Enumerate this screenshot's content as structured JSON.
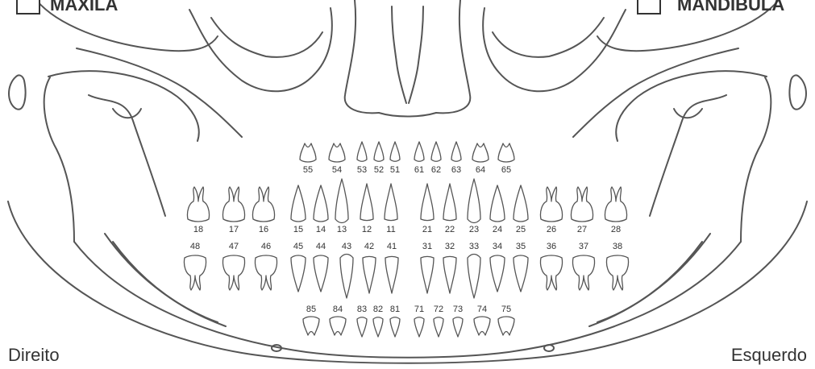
{
  "colors": {
    "line": "#555555",
    "text": "#333333",
    "background": "#ffffff"
  },
  "header": {
    "left_checkbox_label": "MAXILA",
    "right_checkbox_label": "MANDIBULA"
  },
  "footer": {
    "left_label": "Direito",
    "right_label": "Esquerdo"
  },
  "teeth": {
    "upper_primary": [
      "55",
      "54",
      "53",
      "52",
      "51",
      "61",
      "62",
      "63",
      "64",
      "65"
    ],
    "upper_permanent": [
      "18",
      "17",
      "16",
      "15",
      "14",
      "13",
      "12",
      "11",
      "21",
      "22",
      "23",
      "24",
      "25",
      "26",
      "27",
      "28"
    ],
    "lower_permanent": [
      "48",
      "47",
      "46",
      "45",
      "44",
      "43",
      "42",
      "41",
      "31",
      "32",
      "33",
      "34",
      "35",
      "36",
      "37",
      "38"
    ],
    "lower_primary": [
      "85",
      "84",
      "83",
      "82",
      "81",
      "71",
      "72",
      "73",
      "74",
      "75"
    ]
  }
}
